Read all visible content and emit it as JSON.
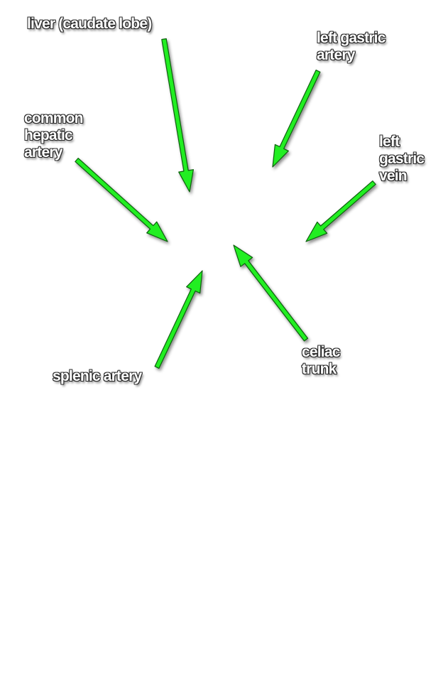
{
  "colors": {
    "arrow_fill": "#22ee22",
    "arrow_stroke": "#0f5f0f",
    "label_text": "#ffffff",
    "label_outline": "#2a2a2a",
    "background": "#ffffff"
  },
  "labels": {
    "liver": [
      "liver (caudate lobe)"
    ],
    "left_gastric_artery": [
      "left gastric",
      "artery"
    ],
    "common_hepatic_artery": [
      "common",
      "hepatic",
      "artery"
    ],
    "left_gastric_vein": [
      "left",
      "gastric",
      "vein"
    ],
    "celiac_trunk": [
      "celiac",
      "trunk"
    ],
    "splenic_artery": [
      "splenic artery"
    ]
  }
}
